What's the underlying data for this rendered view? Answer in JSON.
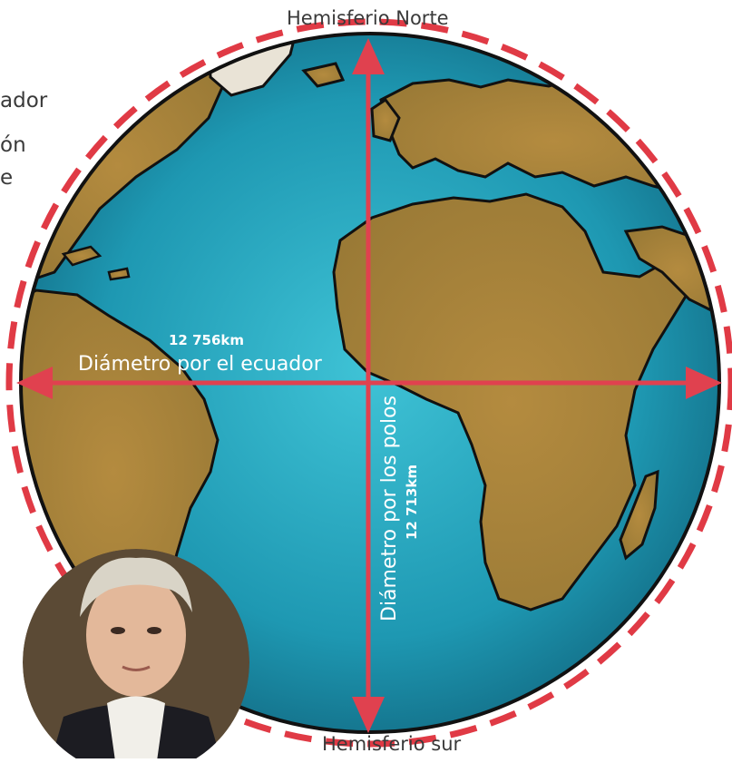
{
  "labels": {
    "north": "Hemisferio Norte",
    "south": "Hemisferio sur",
    "equator_value": "12 756km",
    "equator_caption": "Diámetro por el ecuador",
    "polar_caption": "Diámetro por los polos",
    "polar_value": "12 713km"
  },
  "side_text": [
    "ador",
    "ón",
    "e"
  ],
  "colors": {
    "ocean": "#1f9bb4",
    "land": "#b38b3e",
    "arrow": "#e0414f",
    "dashed_ring": "#e03a45"
  },
  "portrait": {
    "name": "portrait-photo"
  }
}
